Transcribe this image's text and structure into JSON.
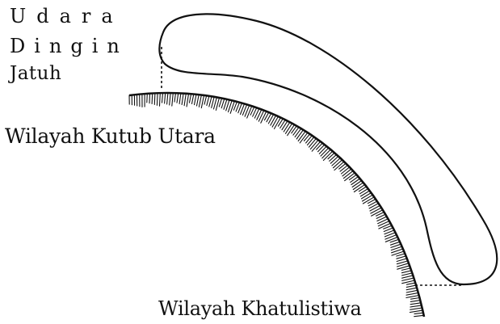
{
  "labels": {
    "udara": "Udara",
    "dingin": "Dingin",
    "jatuh": "Jatuh",
    "polar_region": "Wilayah Kutub Utara",
    "equator_region": "Wilayah Khatulistiwa"
  },
  "colors": {
    "ink": "#111111",
    "background": "#ffffff"
  }
}
